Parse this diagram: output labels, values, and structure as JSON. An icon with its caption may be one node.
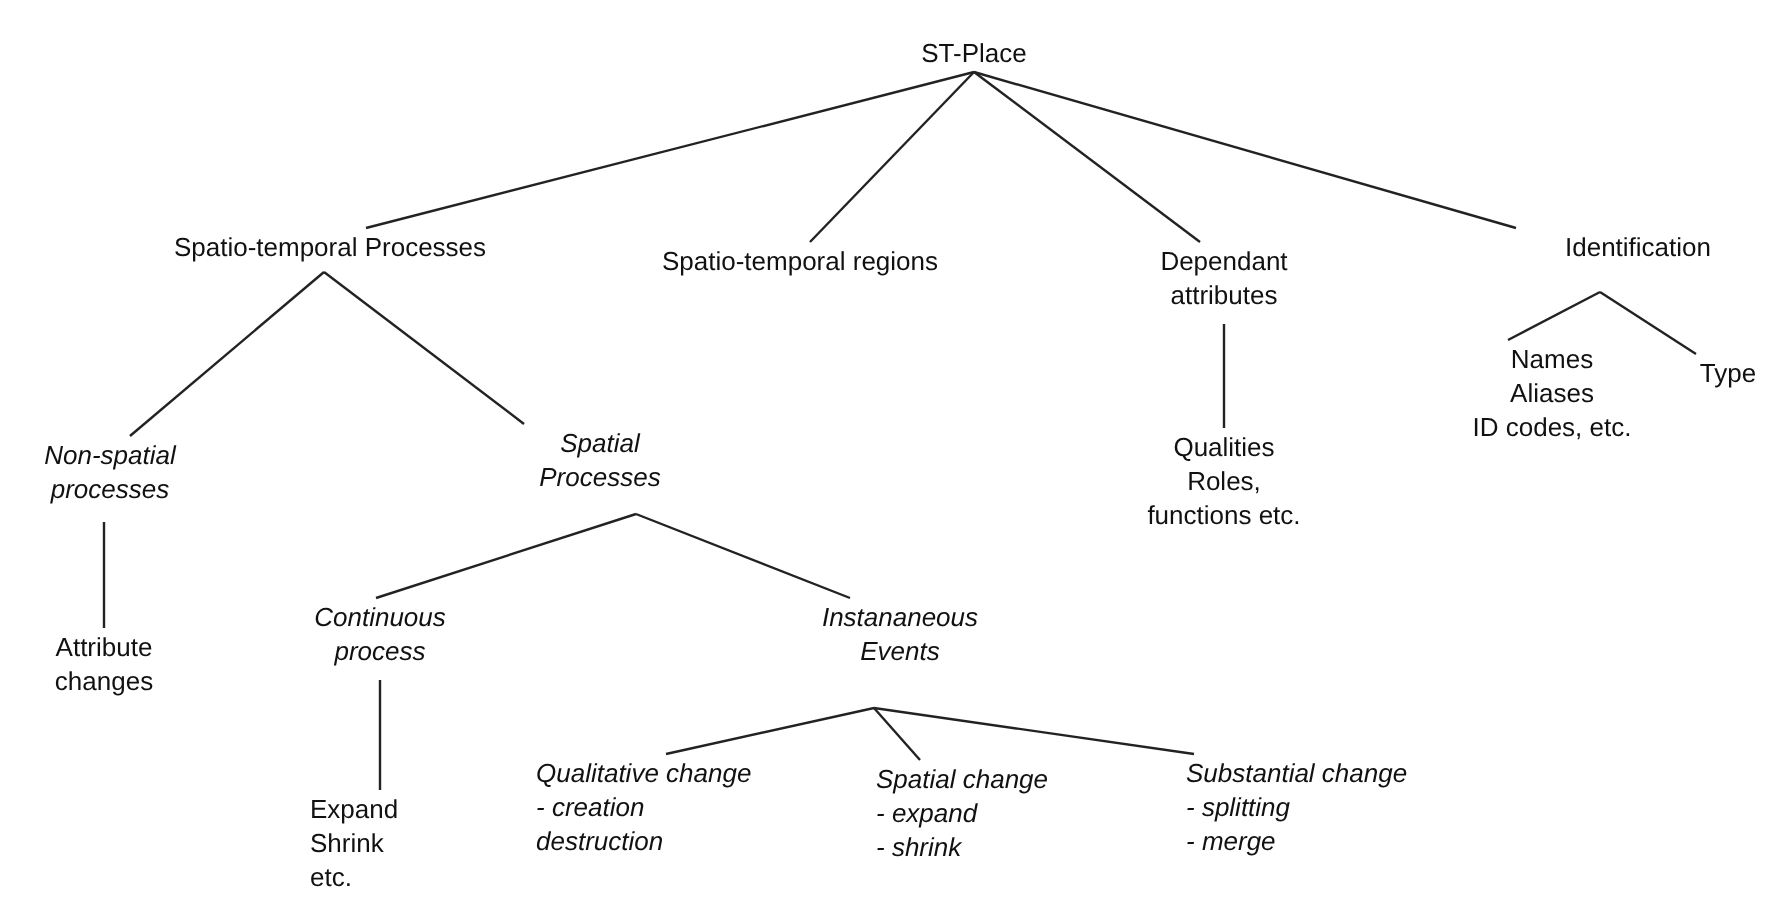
{
  "diagram": {
    "nodes": [
      {
        "text": [
          "ST-Place"
        ]
      },
      {
        "text": [
          "Spatio-temporal Processes"
        ]
      },
      {
        "text": [
          "Spatio-temporal regions"
        ]
      },
      {
        "text": [
          "Dependant attributes"
        ]
      },
      {
        "text": [
          "Identification"
        ]
      },
      {
        "text": [
          "Names",
          "Aliases",
          "ID codes, etc."
        ]
      },
      {
        "text": [
          "Type"
        ]
      },
      {
        "text": [
          "Qualities",
          "Roles, functions etc."
        ]
      },
      {
        "text": [
          "Non-spatial processes"
        ]
      },
      {
        "text": [
          "Spatial Processes"
        ]
      },
      {
        "text": [
          "Attribute changes"
        ]
      },
      {
        "text": [
          "Continuous process"
        ]
      },
      {
        "text": [
          "Instananeous Events"
        ]
      },
      {
        "text": [
          "Expand",
          "Shrink",
          "etc."
        ]
      },
      {
        "text": [
          "Qualitative change",
          "- creation",
          "destruction"
        ]
      },
      {
        "text": [
          "Spatial change",
          "- expand",
          "- shrink"
        ]
      },
      {
        "text": [
          "Substantial change",
          "- splitting",
          "- merge"
        ]
      }
    ],
    "edges": [
      {
        "from": 0,
        "to": 1,
        "arrow": "none"
      },
      {
        "from": 0,
        "to": 2,
        "arrow": "none"
      },
      {
        "from": 0,
        "to": 3,
        "arrow": "none"
      },
      {
        "from": 0,
        "to": 4,
        "arrow": "none"
      },
      {
        "from": 4,
        "to": 5,
        "arrow": "none"
      },
      {
        "from": 4,
        "to": 6,
        "arrow": "none"
      },
      {
        "from": 3,
        "to": 7,
        "arrow": "none"
      },
      {
        "from": 1,
        "to": 8,
        "arrow": "none"
      },
      {
        "from": 1,
        "to": 9,
        "arrow": "none"
      },
      {
        "from": 8,
        "to": 10,
        "arrow": "none"
      },
      {
        "from": 9,
        "to": 11,
        "arrow": "none"
      },
      {
        "from": 9,
        "to": 12,
        "arrow": "none"
      },
      {
        "from": 11,
        "to": 13,
        "arrow": "none"
      },
      {
        "from": 12,
        "to": 14,
        "arrow": "none"
      },
      {
        "from": 12,
        "to": 15,
        "arrow": "none"
      },
      {
        "from": 12,
        "to": 16,
        "arrow": "none"
      }
    ]
  }
}
